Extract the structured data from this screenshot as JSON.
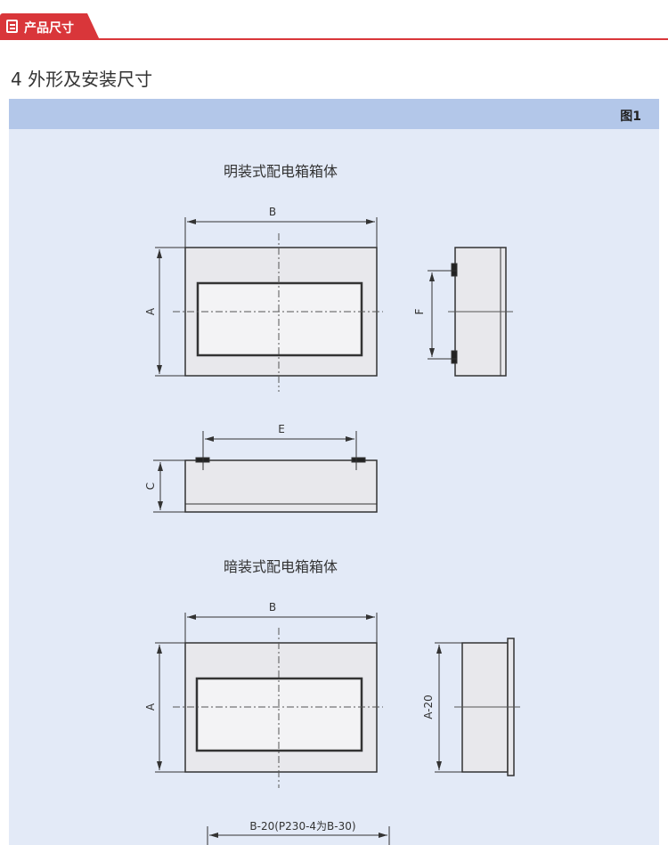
{
  "header": {
    "tab_label": "产品尺寸",
    "title": "4 外形及安装尺寸"
  },
  "figure": {
    "label": "图1",
    "surface": {
      "title": "明装式配电箱箱体",
      "dim_b": "B",
      "dim_a": "A",
      "dim_f": "F",
      "dim_e": "E",
      "dim_c": "C"
    },
    "flush": {
      "title": "暗装式配电箱箱体",
      "dim_b": "B",
      "dim_a": "A",
      "dim_a20": "A-20",
      "dim_bottom": "B-20(P230-4为B-30)"
    }
  }
}
